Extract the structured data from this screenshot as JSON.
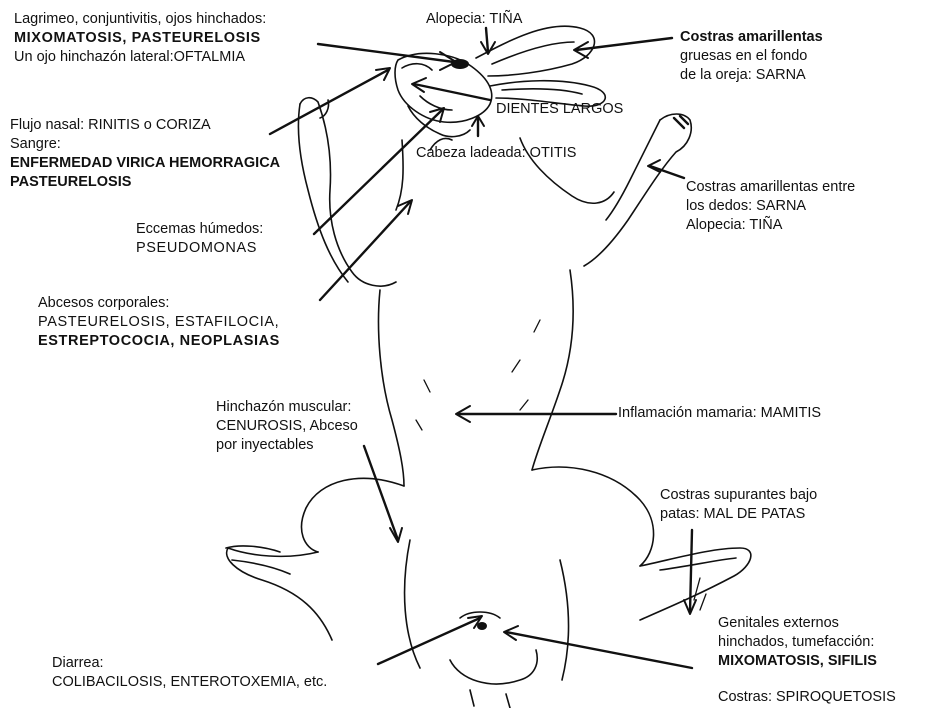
{
  "colors": {
    "ink": "#111111",
    "background": "#ffffff"
  },
  "labels": {
    "tearing": {
      "lines": [
        "Lagrimeo, conjuntivitis, ojos hinchados:",
        "MIXOMATOSIS, PASTEURELOSIS",
        "Un ojo hinchazón lateral:OFTALMIA"
      ]
    },
    "alopecia_head": {
      "lines": [
        "Alopecia: TIÑA"
      ]
    },
    "ear_crusts": {
      "lines": [
        "Costras amarillentas",
        "gruesas en el fondo",
        "de la oreja: SARNA"
      ]
    },
    "long_teeth": {
      "lines": [
        "DIENTES LARGOS"
      ]
    },
    "tilted_head": {
      "lines": [
        "Cabeza ladeada: OTITIS"
      ]
    },
    "nasal": {
      "lines": [
        "Flujo nasal: RINITIS o CORIZA",
        "Sangre:",
        "ENFERMEDAD VIRICA HEMORRAGICA",
        "PASTEURELOSIS"
      ]
    },
    "toe_crusts": {
      "lines": [
        "Costras amarillentas entre",
        "los dedos: SARNA",
        "Alopecia: TIÑA"
      ]
    },
    "eczema": {
      "lines": [
        "Eccemas húmedos:",
        "PSEUDOMONAS"
      ]
    },
    "abscesses": {
      "lines": [
        "Abcesos corporales:",
        "PASTEURELOSIS, ESTAFILOCIA,",
        "ESTREPTOCOCIA, NEOPLASIAS"
      ]
    },
    "muscle": {
      "lines": [
        "Hinchazón muscular:",
        "CENUROSIS, Abceso",
        "por inyectables"
      ]
    },
    "mammary": {
      "lines": [
        "Inflamación mamaria: MAMITIS"
      ]
    },
    "paw_crusts": {
      "lines": [
        "Costras supurantes bajo",
        "patas: MAL DE PATAS"
      ]
    },
    "genitals": {
      "lines": [
        "Genitales externos",
        "hinchados, tumefacción:",
        "MIXOMATOSIS, SIFILIS"
      ]
    },
    "diarrhea": {
      "lines": [
        "Diarrea:",
        "COLIBACILOSIS, ENTEROTOXEMIA, etc."
      ]
    },
    "spiro": {
      "lines": [
        "Costras: SPIROQUETOSIS"
      ]
    }
  }
}
